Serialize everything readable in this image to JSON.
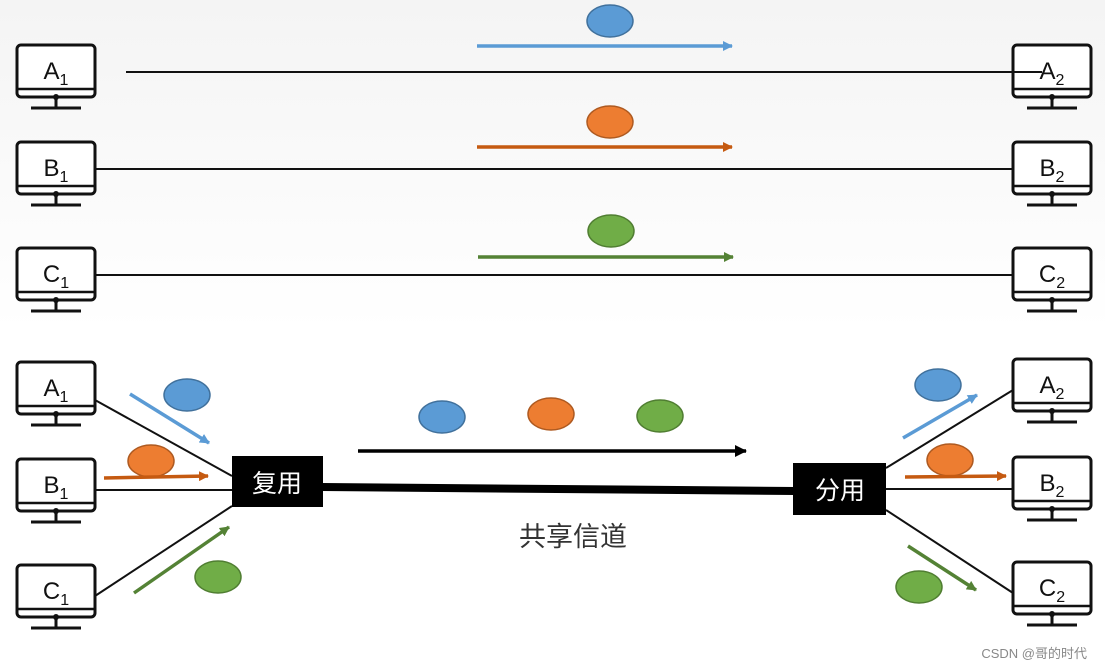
{
  "terminals": {
    "a1": {
      "base": "A",
      "sub": "1"
    },
    "a2": {
      "base": "A",
      "sub": "2"
    },
    "b1": {
      "base": "B",
      "sub": "1"
    },
    "b2": {
      "base": "B",
      "sub": "2"
    },
    "c1": {
      "base": "C",
      "sub": "1"
    },
    "c2": {
      "base": "C",
      "sub": "2"
    }
  },
  "boxes": {
    "mux": "复用",
    "demux": "分用"
  },
  "channel_label": "共享信道",
  "watermark": "CSDN @哥的时代",
  "colors": {
    "blue": "#5b9bd5",
    "orange": "#ed7d31",
    "green": "#70ad47",
    "blue_arrow": "#5b9bd5",
    "orange_arrow": "#c55a11",
    "green_arrow": "#548235",
    "line": "#111111",
    "box": "#000000"
  }
}
